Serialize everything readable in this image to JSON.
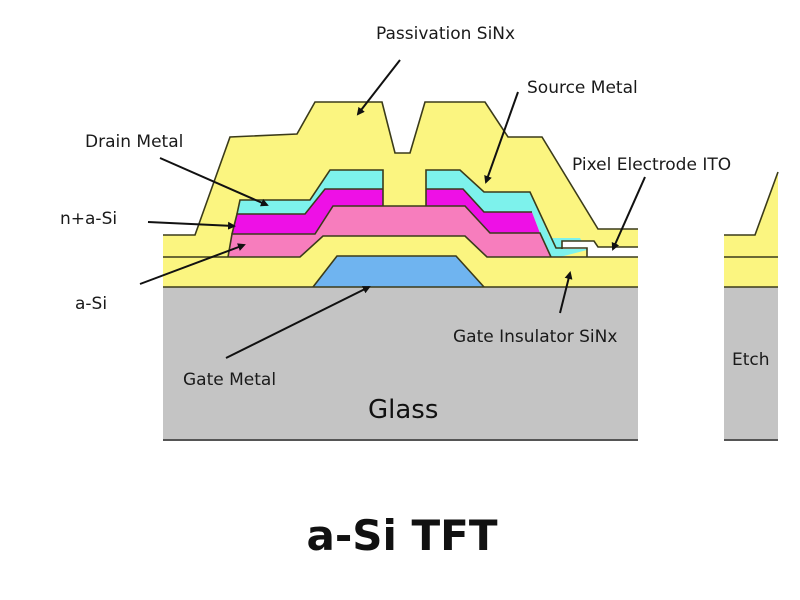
{
  "title": "a-Si TFT",
  "labels": {
    "passivation": "Passivation SiNx",
    "source_metal": "Source Metal",
    "drain_metal": "Drain Metal",
    "pixel_electrode": "Pixel Electrode ITO",
    "n_plus_a_si": "n+a-Si",
    "a_si": "a-Si",
    "gate_insulator": "Gate Insulator SiNx",
    "gate_metal": "Gate Metal",
    "glass": "Glass",
    "etch": "Etch"
  },
  "colors": {
    "passivation": "#fbf580",
    "gate_insulator": "#fbf580",
    "source_drain_metal": "#7df2ec",
    "n_plus_a_si": "#ee10e6",
    "a_si": "#f77dbd",
    "gate_metal": "#6fb4f0",
    "glass": "#c4c4c4",
    "ito": "#ffffff"
  }
}
